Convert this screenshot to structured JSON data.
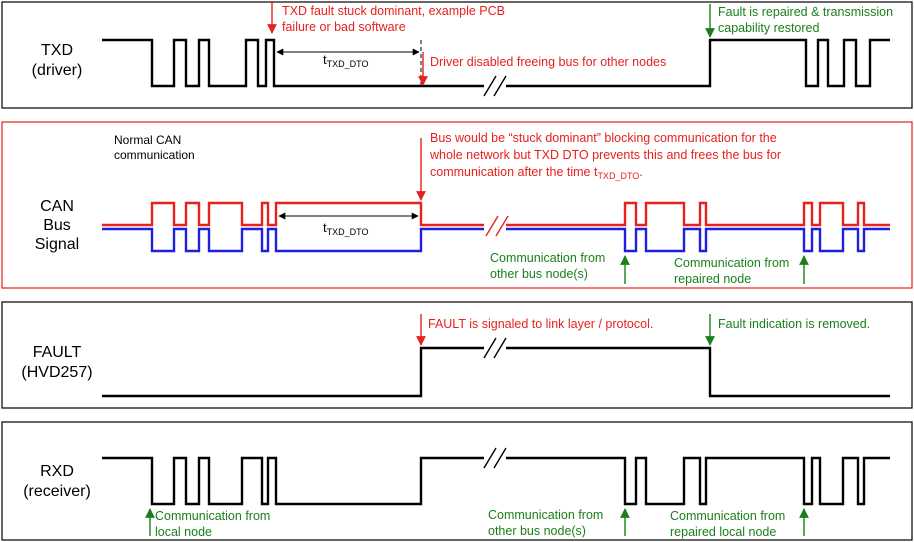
{
  "colors": {
    "black": "#000000",
    "red": "#e8201e",
    "blue": "#1f1fe0",
    "green": "#1a7f1a",
    "frame_red": "#e8201e"
  },
  "panels": {
    "txd": {
      "label_line1": "TXD",
      "label_line2": "(driver)",
      "ann_fault_line1": "TXD fault stuck dominant, example PCB",
      "ann_fault_line2": "failure or bad software",
      "ann_disabled": "Driver disabled freeing bus for other nodes",
      "ann_repaired_line1": "Fault is repaired & transmission",
      "ann_repaired_line2": "capability restored",
      "t_main": "t",
      "t_sub": "TXD_DTO"
    },
    "can": {
      "label_line1": "CAN",
      "label_line2": "Bus",
      "label_line3": "Signal",
      "ann_normal_line1": "Normal CAN",
      "ann_normal_line2": "communication",
      "ann_stuck_line1": "Bus would be “stuck dominant” blocking communication for the",
      "ann_stuck_line2": "whole network but TXD DTO prevents this and frees the bus for",
      "ann_stuck_line3_prefix": "communication after the time t",
      "ann_stuck_line3_sub": "TXD_DTO",
      "ann_stuck_line3_suffix": ".",
      "ann_other_line1": "Communication from",
      "ann_other_line2": "other bus node(s)",
      "ann_repaired_line1": "Communication from",
      "ann_repaired_line2": "repaired node",
      "t_main": "t",
      "t_sub": "TXD_DTO"
    },
    "fault": {
      "label_line1": "FAULT",
      "label_line2": "(HVD257)",
      "ann_signaled": "FAULT is signaled to link layer / protocol.",
      "ann_removed": "Fault indication is removed."
    },
    "rxd": {
      "label_line1": "RXD",
      "label_line2": "(receiver)",
      "ann_local_line1": "Communication from",
      "ann_local_line2": "local node",
      "ann_other_line1": "Communication from",
      "ann_other_line2": "other bus node(s)",
      "ann_repaired_line1": "Communication from",
      "ann_repaired_line2": "repaired local node"
    }
  }
}
